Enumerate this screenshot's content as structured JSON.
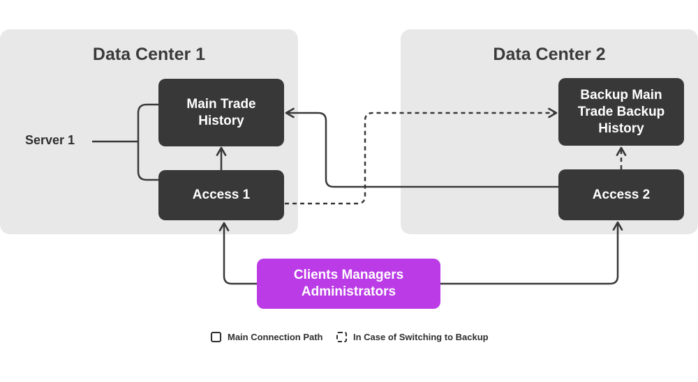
{
  "data_centers": [
    {
      "title": "Data Center 1"
    },
    {
      "title": "Data Center 2"
    }
  ],
  "nodes": {
    "main_trade_history": "Main Trade\nHistory",
    "access_1": "Access 1",
    "backup_history": "Backup Main\nTrade Backup\nHistory",
    "access_2": "Access 2",
    "clients": "Clients Managers\nAdministrators"
  },
  "server_label": "Server 1",
  "legend": {
    "main_path": "Main Connection Path",
    "backup_path": "In Case of Switching to Backup"
  },
  "colors": {
    "node": "#383838",
    "clients_node": "#bb3be6",
    "data_center_bg": "#e8e8e8",
    "connector": "#383838"
  }
}
